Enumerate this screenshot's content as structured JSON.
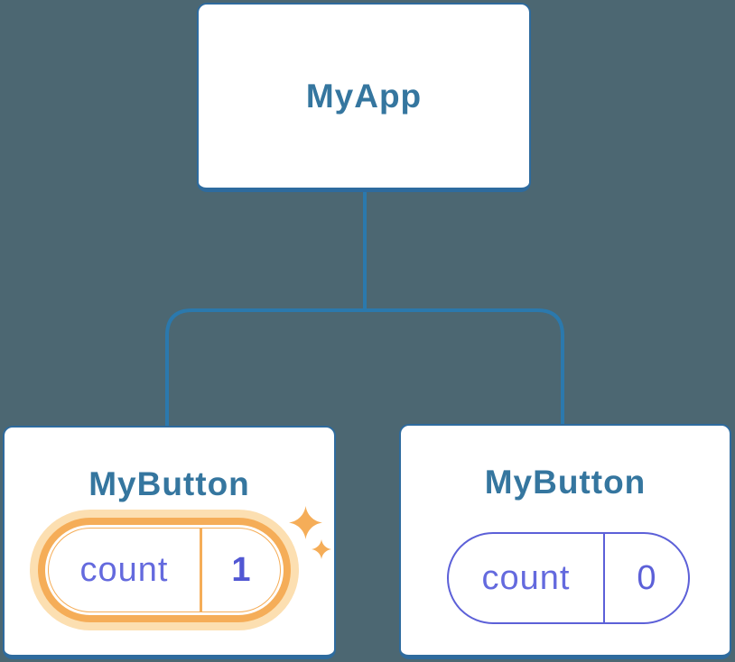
{
  "diagram": {
    "type": "component-tree",
    "root": {
      "label": "MyApp"
    },
    "children": [
      {
        "label": "MyButton",
        "state": {
          "key": "count",
          "value": "1"
        },
        "highlighted": true,
        "icon": "sparkle-icon"
      },
      {
        "label": "MyButton",
        "state": {
          "key": "count",
          "value": "0"
        },
        "highlighted": false
      }
    ]
  },
  "colors": {
    "background": "#4c6772",
    "card_background": "#ffffff",
    "card_border": "#2e6b9e",
    "connector_line": "#2b79ad",
    "node_label_text": "#35769f",
    "state_text": "#646ade",
    "state_value_bold_text": "#5157d3",
    "state_border": "#5c60d8",
    "highlight_ring": "#f5ad58",
    "highlight_glow": "#fcdfb1"
  }
}
